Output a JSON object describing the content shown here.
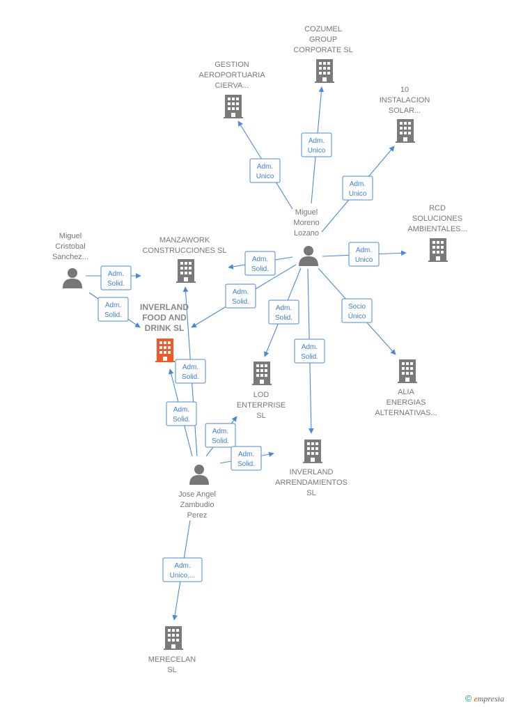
{
  "colors": {
    "edge": "#4a88d9",
    "building": "#7a7a7a",
    "building_highlight": "#f05a28",
    "person": "#777777",
    "text": "#777777"
  },
  "nodes": [
    {
      "id": "cozumel",
      "type": "company",
      "lines": [
        "COZUMEL",
        "GROUP",
        "CORPORATE SL"
      ]
    },
    {
      "id": "gestion",
      "type": "company",
      "lines": [
        "GESTION",
        "AEROPORTUARIA",
        "CIERVA..."
      ]
    },
    {
      "id": "instalacion",
      "type": "company",
      "lines": [
        "10",
        "INSTALACION",
        "SOLAR..."
      ]
    },
    {
      "id": "rcd",
      "type": "company",
      "lines": [
        "RCD",
        "SOLUCIONES",
        "AMBIENTALES..."
      ]
    },
    {
      "id": "manzawork",
      "type": "company",
      "lines": [
        "MANZAWORK",
        "CONSTRUCCIONES SL"
      ]
    },
    {
      "id": "inverland_food",
      "type": "company",
      "main": true,
      "lines": [
        "INVERLAND",
        "FOOD AND",
        "DRINK  SL"
      ]
    },
    {
      "id": "lod",
      "type": "company",
      "lines": [
        "LOD",
        "ENTERPRISE",
        "SL"
      ]
    },
    {
      "id": "alia",
      "type": "company",
      "lines": [
        "ALIA",
        "ENERGIAS",
        "ALTERNATIVAS..."
      ]
    },
    {
      "id": "inverland_arr",
      "type": "company",
      "lines": [
        "INVERLAND",
        "ARRENDAMIENTOS",
        "SL"
      ]
    },
    {
      "id": "merecelan",
      "type": "company",
      "lines": [
        "MERECELAN",
        "SL"
      ]
    },
    {
      "id": "miguel_moreno",
      "type": "person",
      "lines": [
        "Miguel",
        "Moreno",
        "Lozano"
      ]
    },
    {
      "id": "miguel_cristobal",
      "type": "person",
      "lines": [
        "Miguel",
        "Cristobal",
        "Sanchez..."
      ]
    },
    {
      "id": "jose_angel",
      "type": "person",
      "lines": [
        "Jose Angel",
        "Zambudio",
        "Perez"
      ]
    }
  ],
  "edges": [
    {
      "from": "miguel_moreno",
      "to": "cozumel",
      "label": [
        "Adm.",
        "Unico"
      ]
    },
    {
      "from": "miguel_moreno",
      "to": "gestion",
      "label": [
        "Adm.",
        "Unico"
      ]
    },
    {
      "from": "miguel_moreno",
      "to": "instalacion",
      "label": [
        "Adm.",
        "Unico"
      ]
    },
    {
      "from": "miguel_moreno",
      "to": "rcd",
      "label": [
        "Adm.",
        "Unico"
      ]
    },
    {
      "from": "miguel_moreno",
      "to": "manzawork",
      "label": [
        "Adm.",
        "Solid."
      ]
    },
    {
      "from": "miguel_moreno",
      "to": "inverland_food",
      "label": [
        "Adm.",
        "Solid."
      ]
    },
    {
      "from": "miguel_moreno",
      "to": "lod",
      "label": [
        "Adm.",
        "Solid."
      ]
    },
    {
      "from": "miguel_moreno",
      "to": "inverland_arr",
      "label": [
        "Adm.",
        "Solid."
      ]
    },
    {
      "from": "miguel_moreno",
      "to": "alia",
      "label": [
        "Socio",
        "Único"
      ]
    },
    {
      "from": "miguel_cristobal",
      "to": "manzawork",
      "label": [
        "Adm.",
        "Solid."
      ]
    },
    {
      "from": "miguel_cristobal",
      "to": "inverland_food",
      "label": [
        "Adm.",
        "Solid."
      ]
    },
    {
      "from": "jose_angel",
      "to": "manzawork",
      "label": [
        "Adm.",
        "Solid."
      ]
    },
    {
      "from": "jose_angel",
      "to": "inverland_food",
      "label": [
        "Adm.",
        "Solid."
      ]
    },
    {
      "from": "jose_angel",
      "to": "lod",
      "label": [
        "Adm.",
        "Solid."
      ]
    },
    {
      "from": "jose_angel",
      "to": "inverland_arr",
      "label": [
        "Adm.",
        "Solid."
      ]
    },
    {
      "from": "jose_angel",
      "to": "merecelan",
      "label": [
        "Adm.",
        "Unico,..."
      ]
    }
  ],
  "footer": {
    "copyright": "©",
    "brand_initial": "e",
    "brand_rest": "mpresia"
  }
}
